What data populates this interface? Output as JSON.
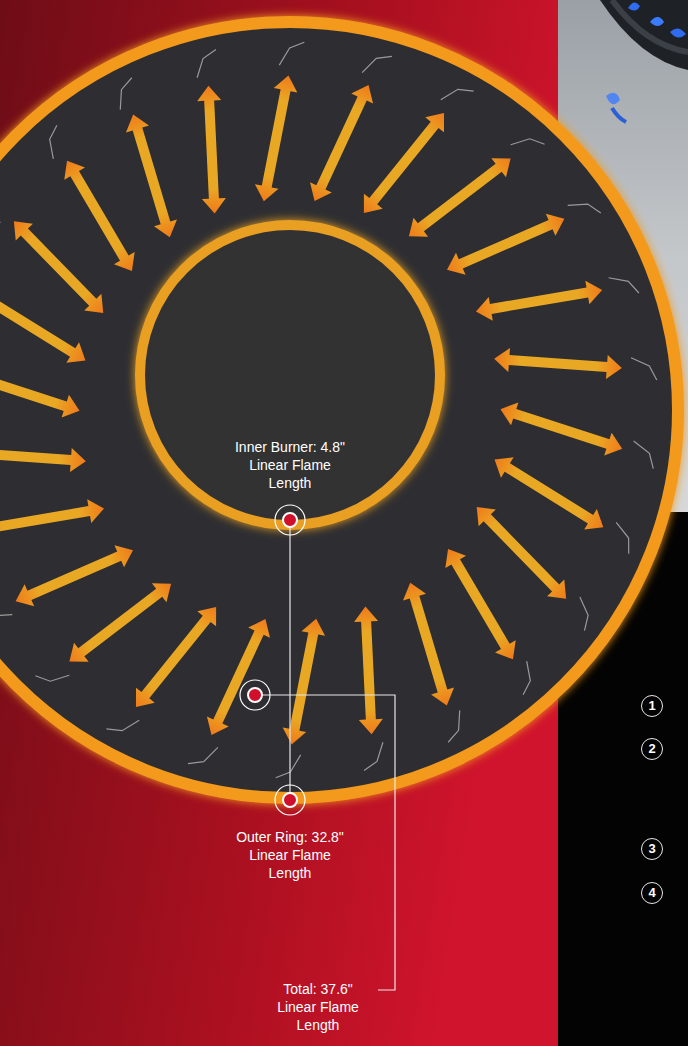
{
  "diagram": {
    "nodes": [
      {
        "text": [
          "1"
        ]
      },
      {
        "text": [
          "2"
        ]
      },
      {
        "text": [
          "3"
        ]
      },
      {
        "text": [
          "4"
        ]
      }
    ],
    "labels": [
      "Inner Burner: 4.8\" Linear Flame Length",
      "Outer Ring: 32.8\" Linear Flame Length",
      "Total: 37.6\" Linear Flame Length"
    ]
  }
}
